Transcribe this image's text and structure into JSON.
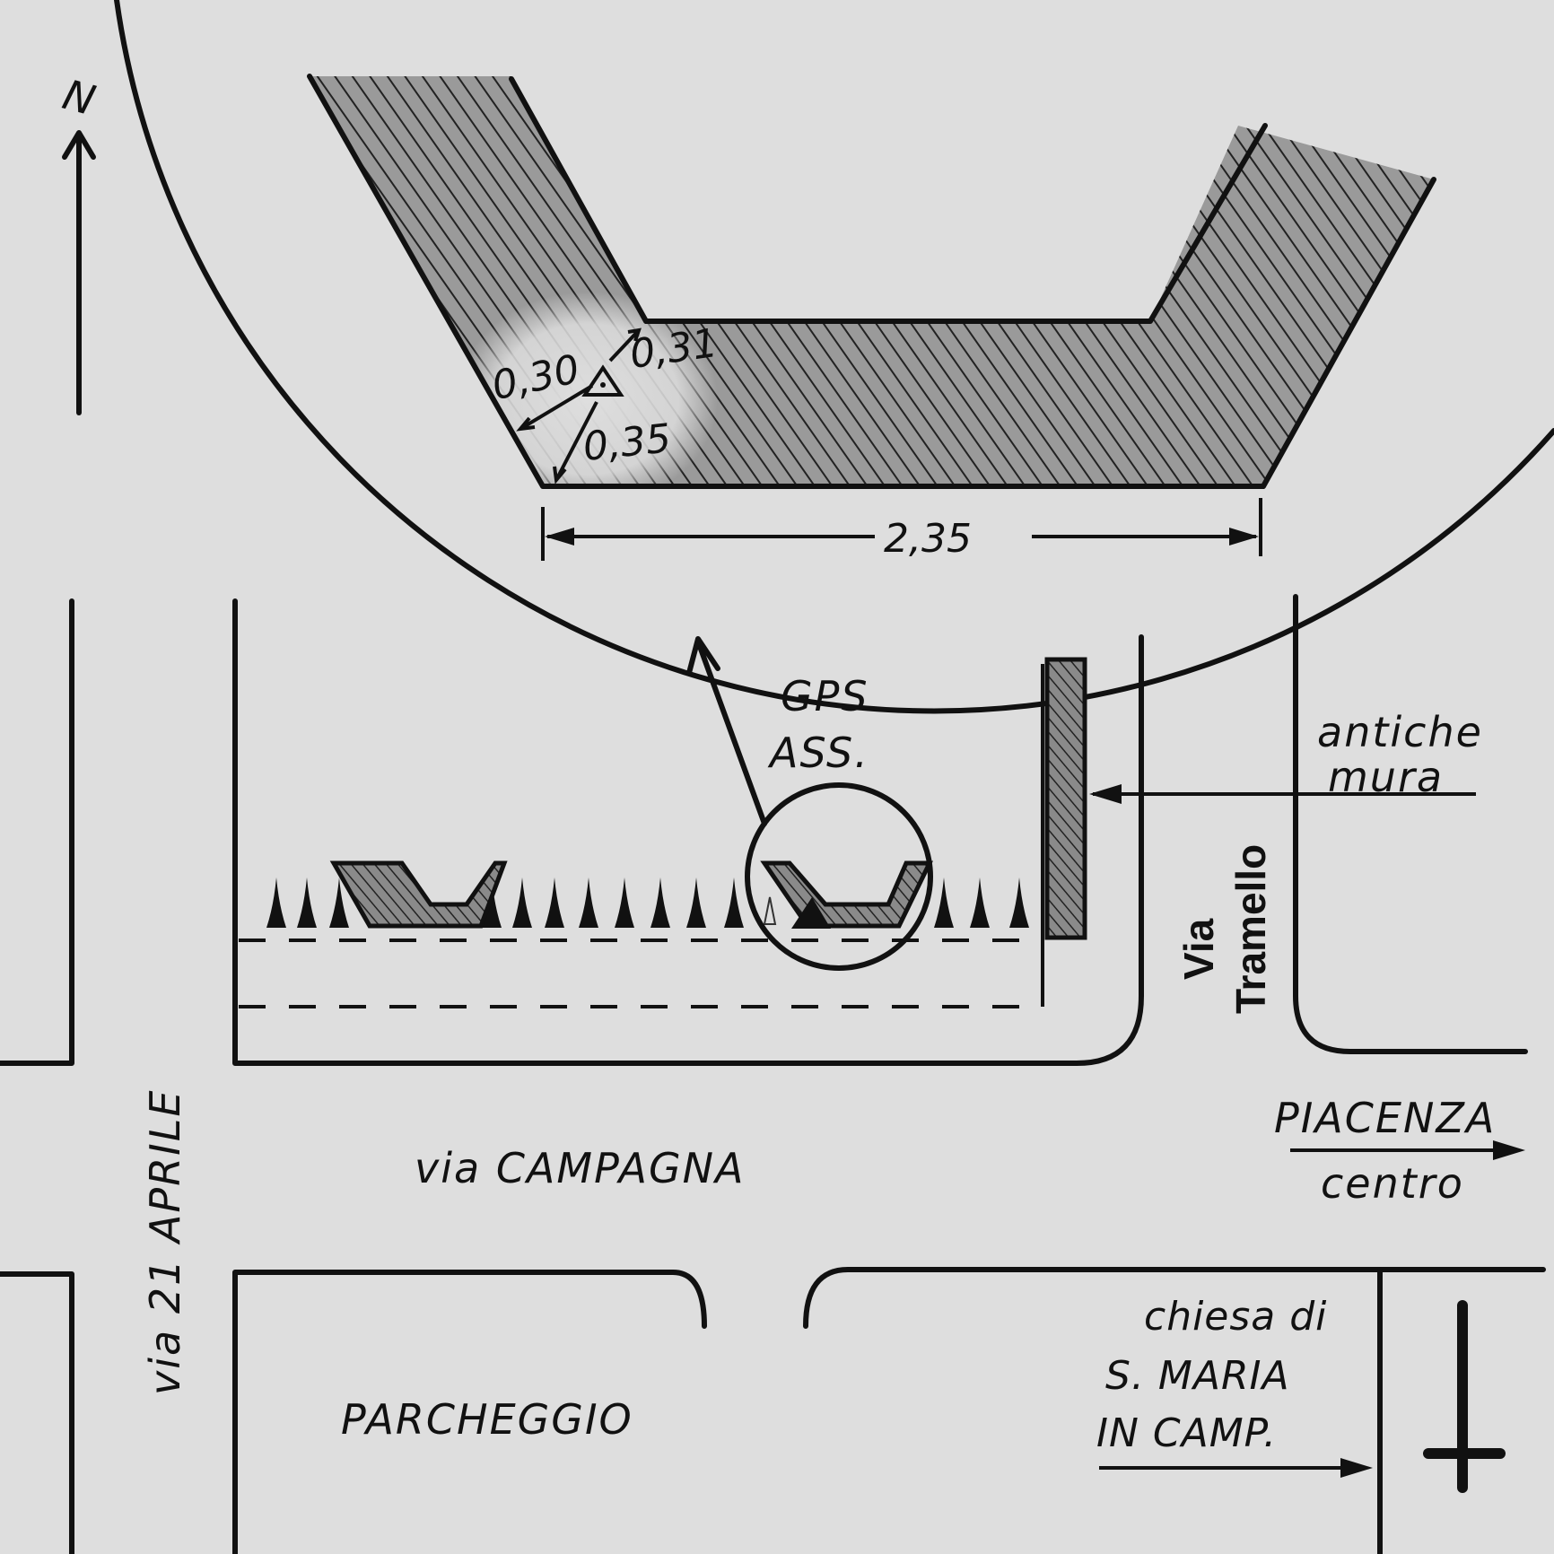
{
  "north": {
    "label": "N"
  },
  "detail": {
    "dimensions": {
      "d1": "0,30",
      "d2": "0,31",
      "d3": "0,35",
      "width": "2,35"
    }
  },
  "labels": {
    "gps_line1": "GPS",
    "gps_line2": "ASS.",
    "mura_line1": "antiche",
    "mura_line2": "mura",
    "via_tramello_1": "Via",
    "via_tramello_2": "Tramello",
    "via_campagna": "via CAMPAGNA",
    "via_21_aprile": "via 21 APRILE",
    "piacenza": "PIACENZA",
    "centro": "centro",
    "parcheggio": "PARCHEGGIO",
    "chiesa_1": "chiesa di",
    "chiesa_2": "S. MARIA",
    "chiesa_3": "IN CAMP."
  },
  "colors": {
    "background": "#dedede",
    "ink": "#111111",
    "hatch_fill": "#9a9a9a"
  }
}
